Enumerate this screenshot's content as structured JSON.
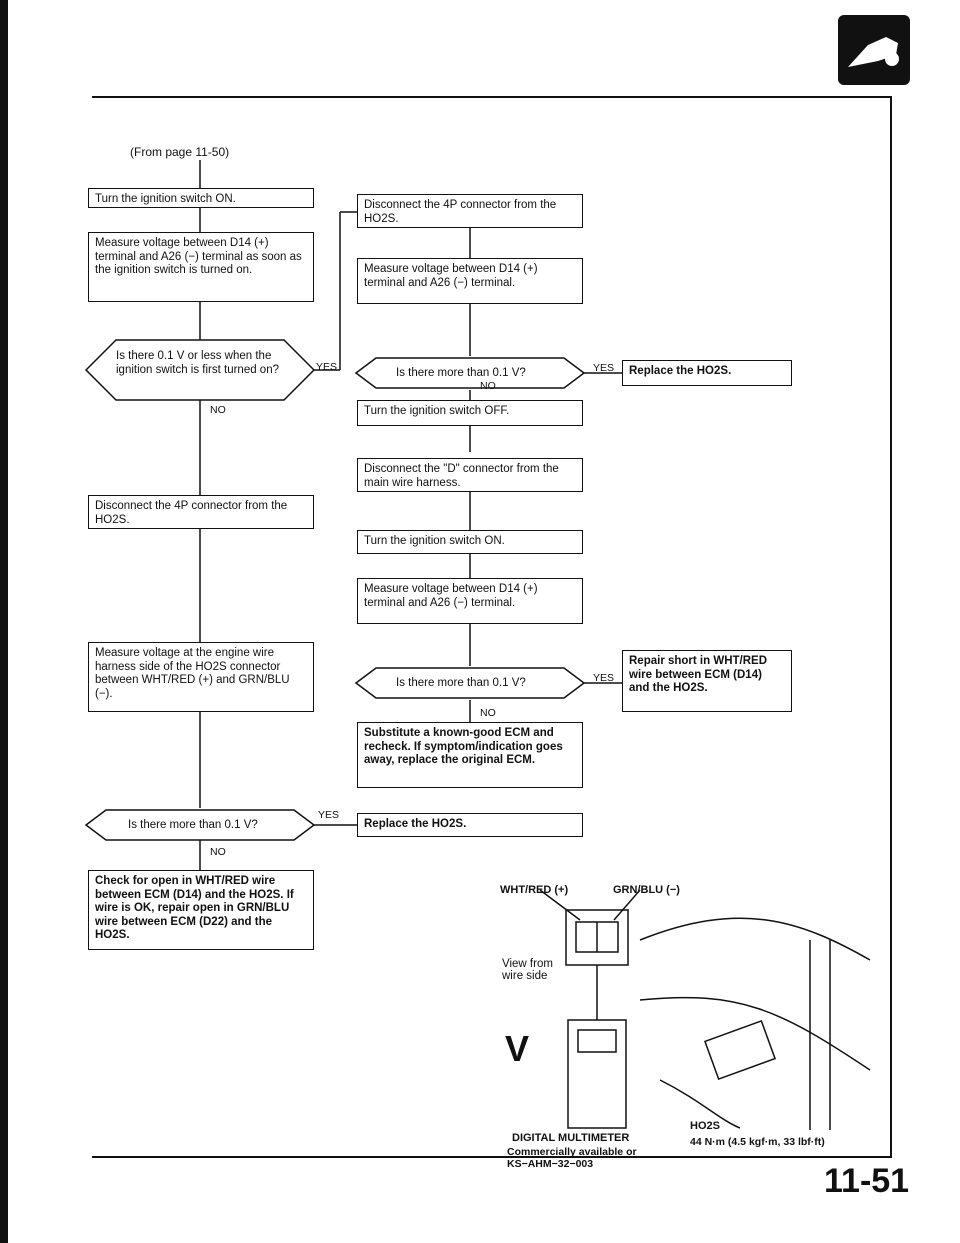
{
  "header": {
    "from_page": "(From page 11-50)"
  },
  "page_number": "11-51",
  "labels": {
    "yes": "YES",
    "no": "NO"
  },
  "left_column": {
    "b1": "Turn the ignition switch ON.",
    "b2": "Measure voltage between D14 (+) terminal and A26 (−) terminal as soon as the ignition switch is turned on.",
    "d1": "Is there 0.1 V or less when the ignition switch is first turned on?",
    "b3": "Disconnect the 4P connector from the HO2S.",
    "b4": "Measure voltage at the engine wire harness side of the HO2S connector between WHT/RED (+) and GRN/BLU (−).",
    "d2": "Is there more than 0.1 V?",
    "b5": "Check for open in WHT/RED wire between ECM (D14) and the HO2S. If wire is OK, repair open in GRN/BLU wire between ECM (D22) and the HO2S."
  },
  "middle_column": {
    "m1": "Disconnect the 4P connector from the HO2S.",
    "m2": "Measure voltage between D14 (+) terminal and A26 (−) terminal.",
    "md1": "Is there more than 0.1 V?",
    "m3": "Turn the ignition switch OFF.",
    "m4": "Disconnect the \"D\" connector from the main wire harness.",
    "m5": "Turn the ignition switch ON.",
    "m6": "Measure voltage between D14 (+) terminal and A26 (−) terminal.",
    "md2": "Is there more than 0.1 V?",
    "m7": "Substitute a known-good ECM and recheck. If symptom/indication goes away, replace the original ECM.",
    "m8": "Replace the HO2S."
  },
  "right_column": {
    "r1": "Replace the HO2S.",
    "r2": "Repair short in WHT/RED wire between ECM (D14) and the HO2S."
  },
  "illustration": {
    "wht_red": "WHT/RED (+)",
    "grn_blu": "GRN/BLU (−)",
    "view_from": "View from wire side",
    "meter_title": "DIGITAL MULTIMETER",
    "meter_sub": "Commercially available or KS−AHM−32−003",
    "ho2s": "HO2S",
    "torque": "44 N·m (4.5 kgf·m, 33 lbf·ft)",
    "meter_v": "V"
  }
}
